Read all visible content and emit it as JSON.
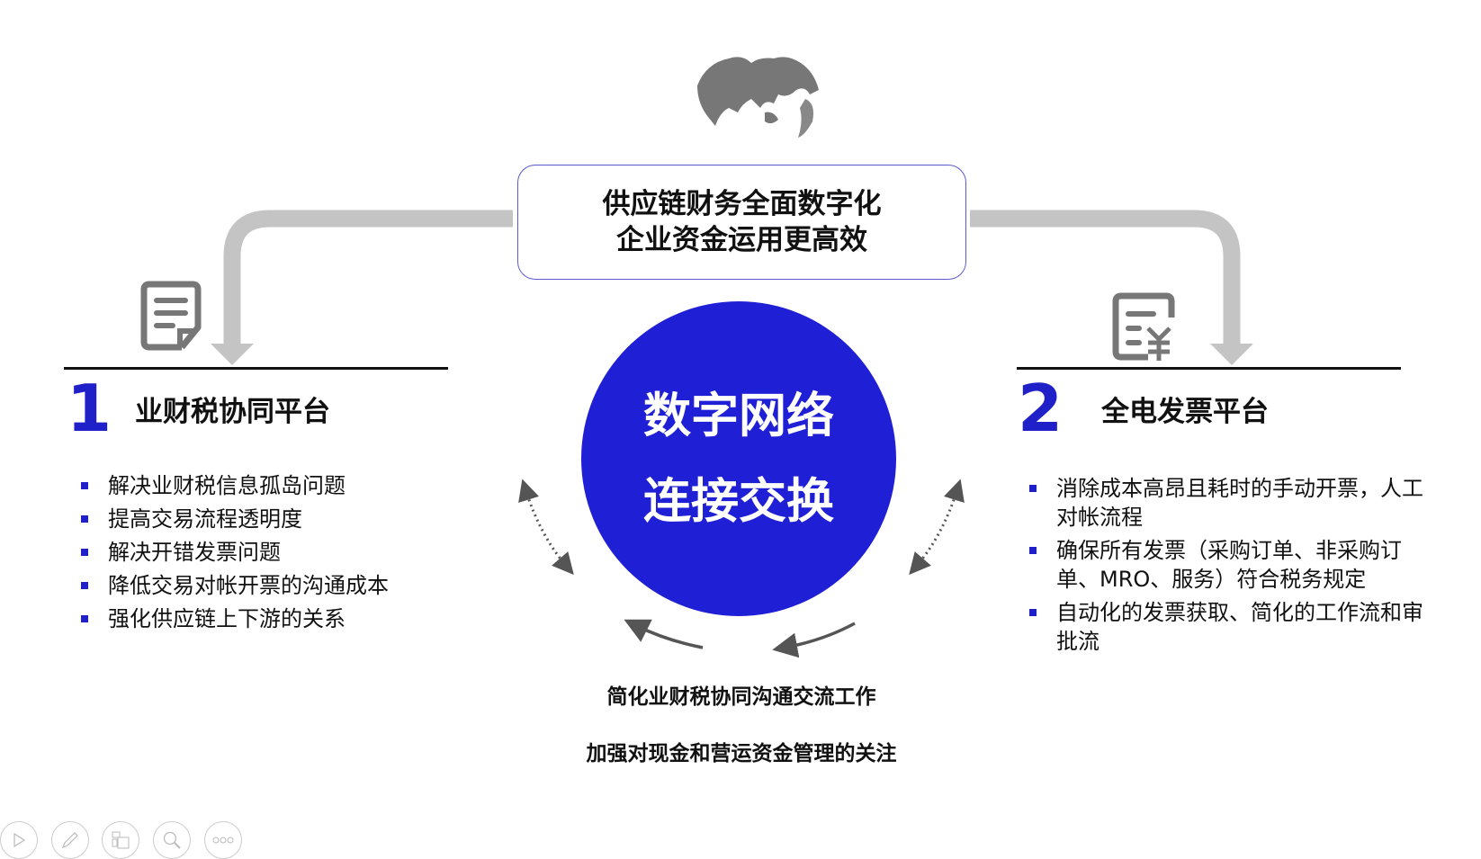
{
  "top_box": {
    "line1": "供应链财务全面数字化",
    "line2": "企业资金运用更高效"
  },
  "center": {
    "line1": "数字网络",
    "line2": "连接交换"
  },
  "left": {
    "number": "1",
    "title": "业财税协同平台",
    "items": [
      "解决业财税信息孤岛问题",
      "提高交易流程透明度",
      "解决开错发票问题",
      "降低交易对帐开票的沟通成本",
      "强化供应链上下游的关系"
    ]
  },
  "right": {
    "number": "2",
    "title": "全电发票平台",
    "items": [
      "消除成本高昂且耗时的手动开票，人工对帐流程",
      "确保所有发票（采购订单、非采购订单、MRO、服务）符合税务规定",
      "自动化的发票获取、简化的工作流和审批流"
    ]
  },
  "bottom": {
    "line1": "简化业财税协同沟通交流工作",
    "line2": "加强对现金和营运资金管理的关注"
  },
  "colors": {
    "accent": "#1f1fd6",
    "arrow": "#c4c4c4"
  },
  "toolbar": [
    "play-icon",
    "pen-icon",
    "slides-icon",
    "zoom-icon",
    "more-icon"
  ]
}
